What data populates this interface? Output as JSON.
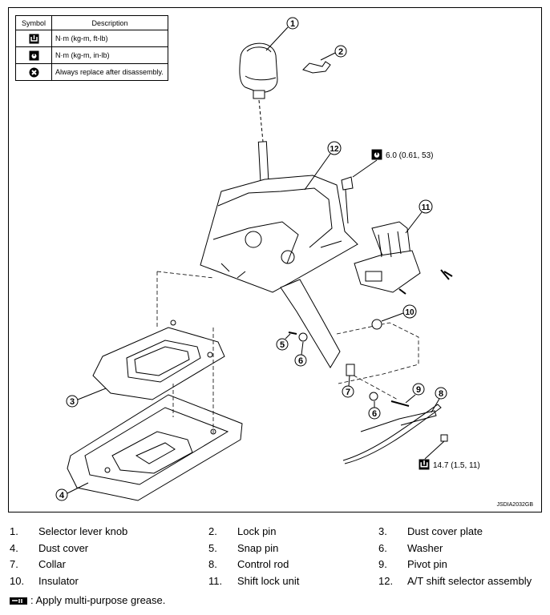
{
  "legend": {
    "header_symbol": "Symbol",
    "header_description": "Description",
    "rows": [
      {
        "icon": "torque-icon",
        "text": "N·m (kg-m, ft-lb)"
      },
      {
        "icon": "torque-inlb-icon",
        "text": "N·m (kg-m, in-lb)"
      },
      {
        "icon": "replace-icon",
        "text": "Always replace after disassembly."
      }
    ]
  },
  "callouts": [
    "1",
    "2",
    "3",
    "4",
    "5",
    "6",
    "6",
    "7",
    "8",
    "9",
    "10",
    "11",
    "12"
  ],
  "torque_specs": {
    "bolt_top": "6.0 (0.61, 53)",
    "nut_bottom": "14.7 (1.5, 11)"
  },
  "figure_code": "JSDIA2032GB",
  "parts": [
    {
      "num": "1.",
      "name": "Selector lever knob"
    },
    {
      "num": "2.",
      "name": "Lock pin"
    },
    {
      "num": "3.",
      "name": "Dust cover plate"
    },
    {
      "num": "4.",
      "name": "Dust cover"
    },
    {
      "num": "5.",
      "name": "Snap pin"
    },
    {
      "num": "6.",
      "name": "Washer"
    },
    {
      "num": "7.",
      "name": "Collar"
    },
    {
      "num": "8.",
      "name": "Control rod"
    },
    {
      "num": "9.",
      "name": "Pivot pin"
    },
    {
      "num": "10.",
      "name": "Insulator"
    },
    {
      "num": "11.",
      "name": "Shift lock unit"
    },
    {
      "num": "12.",
      "name": "A/T shift selector assembly"
    }
  ],
  "grease_note": ": Apply multi-purpose grease."
}
